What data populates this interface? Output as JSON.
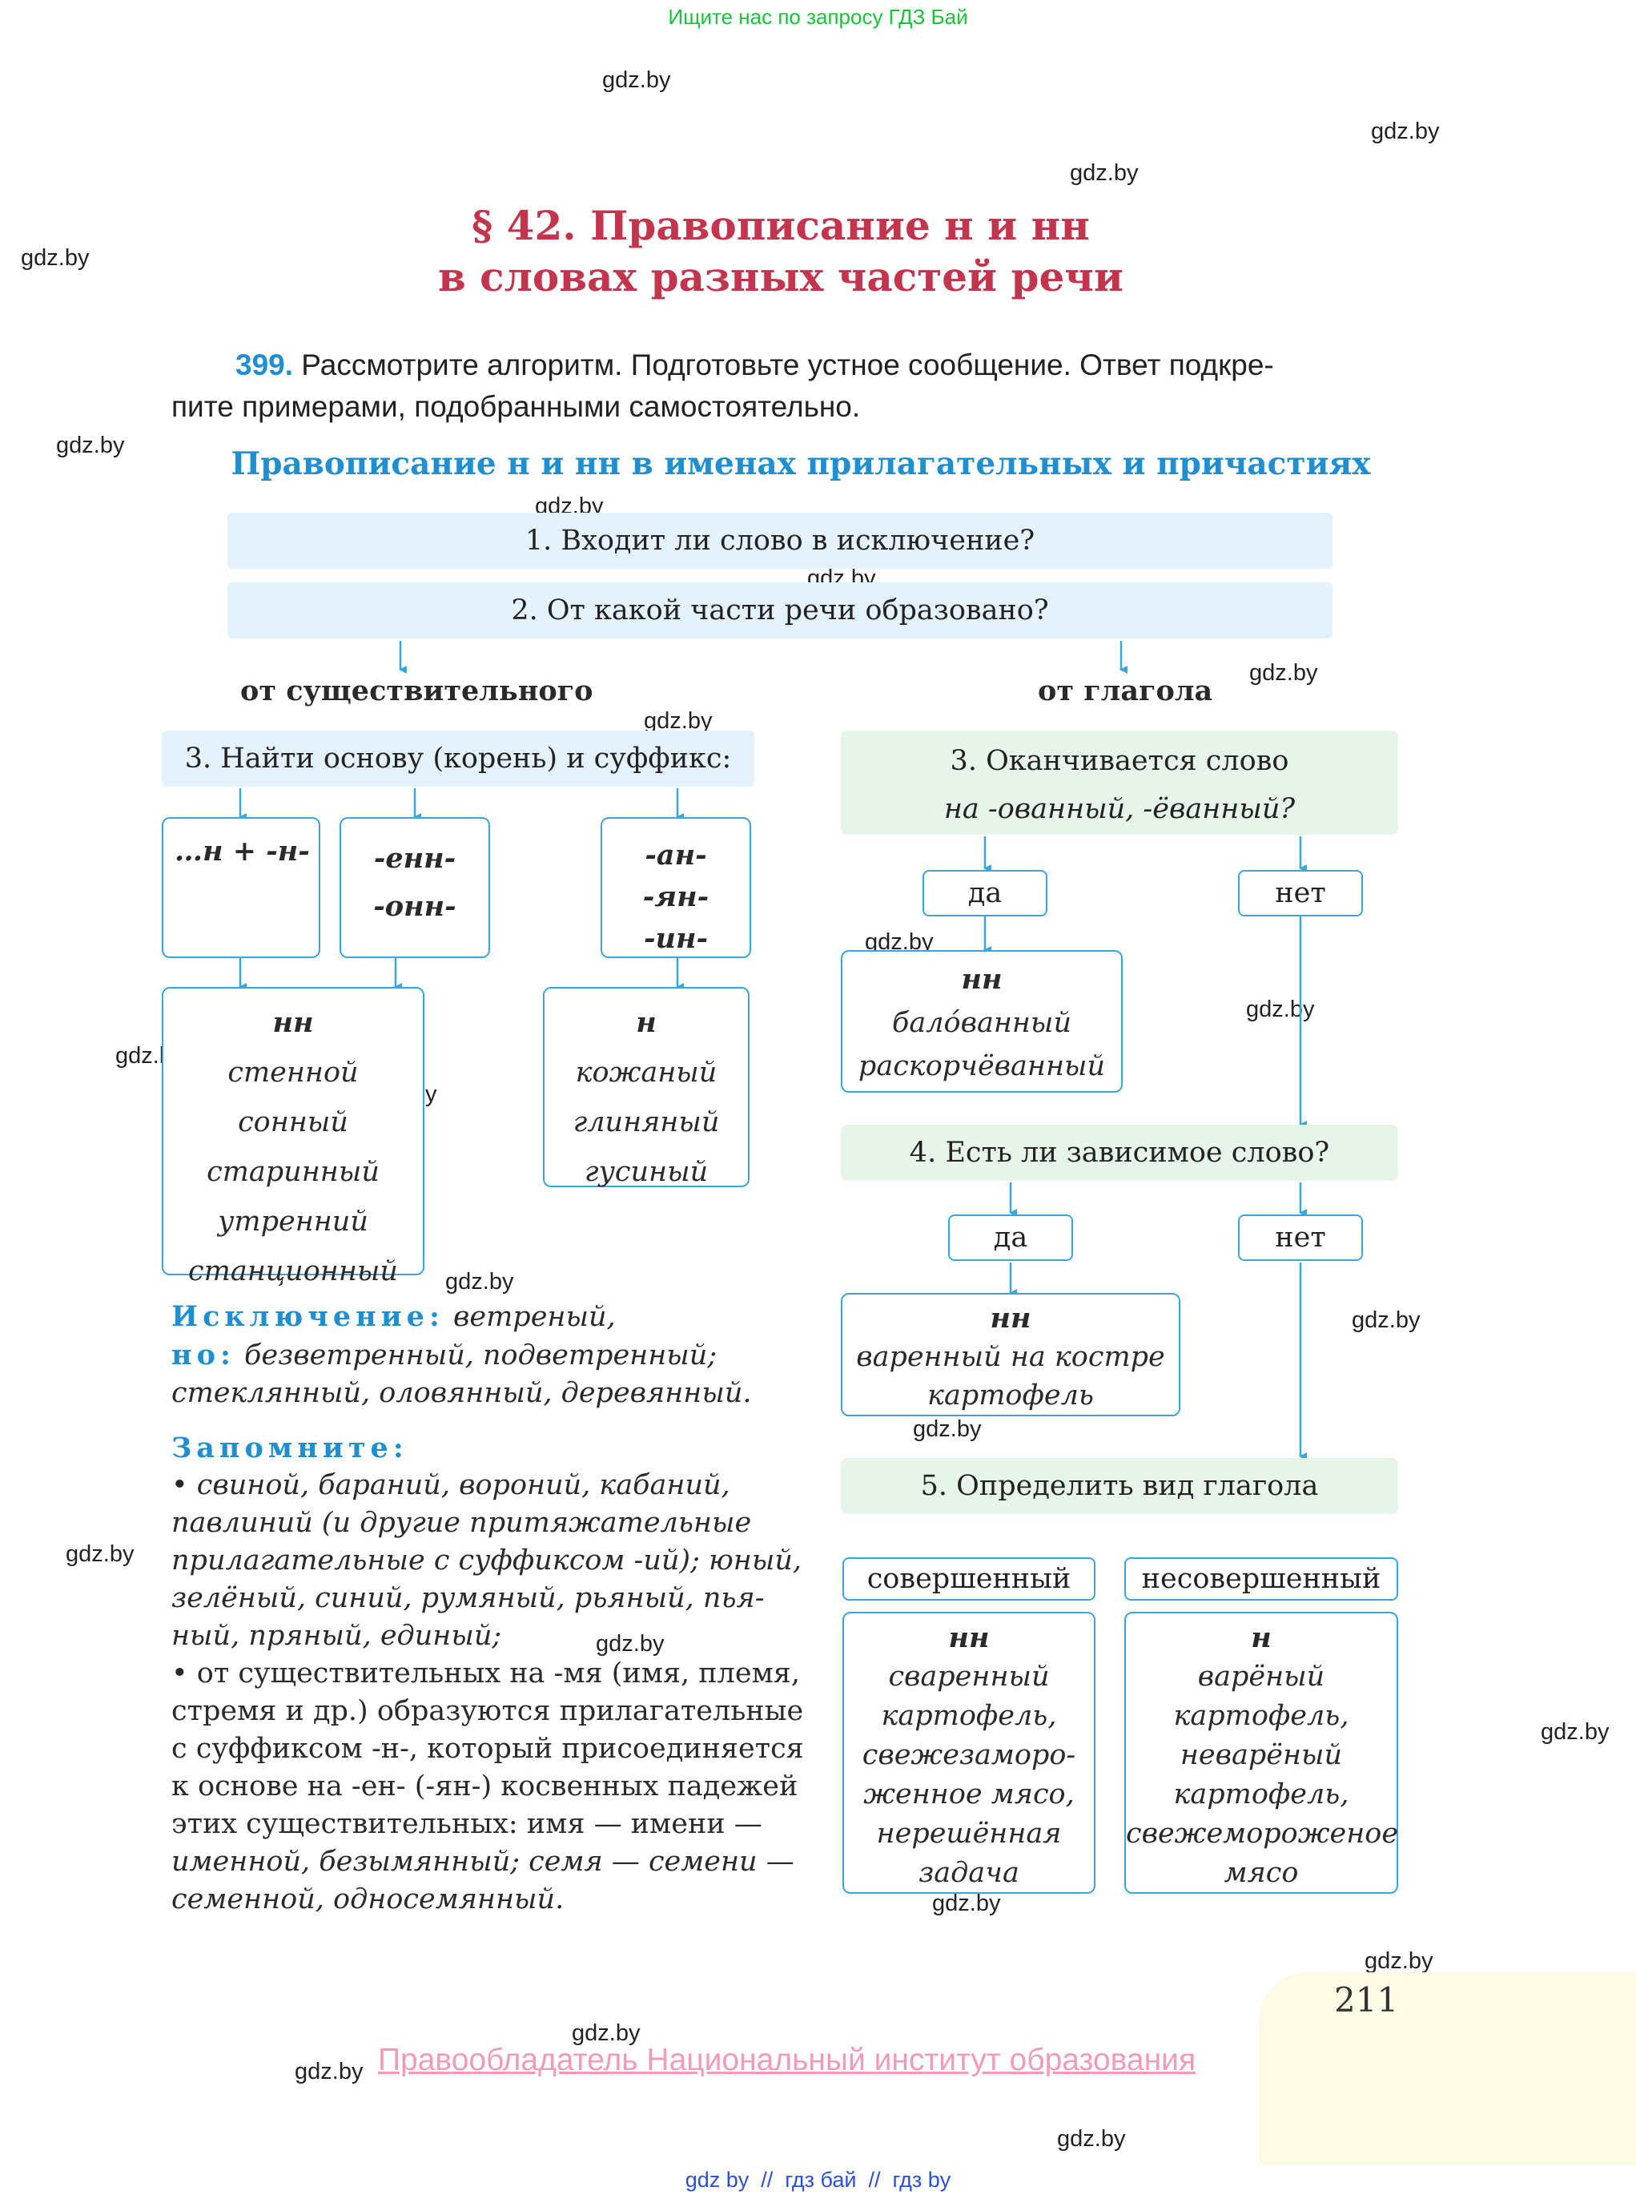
{
  "banner": "Ищите нас по запросу ГДЗ Бай",
  "watermark": "gdz.by",
  "title_line1": "§ 42. Правописание н и нн",
  "title_line2": "в словах разных частей речи",
  "task": {
    "number": "399.",
    "line1": "Рассмотрите алгоритм. Подготовьте устное сообщение. Ответ подкре-",
    "line2": "пите примерами, подобранными самостоятельно."
  },
  "algorithm_title": "Правописание н и нн в именах прилагательных и причастиях",
  "steps": {
    "step1": "1. Входит ли слово в исключение?",
    "step2": "2. От какой части речи образовано?",
    "branch_noun": "от существительного",
    "branch_verb": "от глагола",
    "step3_noun": "3. Найти основу (корень) и суффикс:",
    "step3_verb_line1": "3. Оканчивается слово",
    "step3_verb_line2": "на -ованный, -ёванный?",
    "step4": "4. Есть ли зависимое слово?",
    "step5": "5. Определить вид глагола"
  },
  "noun_suffixes": {
    "box1": "…н + -н-",
    "box2_a": "-енн-",
    "box2_b": "-онн-",
    "box3_a": "-ан-",
    "box3_b": "-ян-",
    "box3_c": "-ин-"
  },
  "noun_results": {
    "nn_header": "нн",
    "nn_words": [
      "стенной",
      "сонный",
      "старинный",
      "утренний",
      "станционный"
    ],
    "n_header": "н",
    "n_words": [
      "кожаный",
      "глиняный",
      "гусиный"
    ]
  },
  "verb_results": {
    "yes": "да",
    "no": "нет",
    "ovanny_header": "нн",
    "ovanny_words": [
      "бало́ванный",
      "раскорчёванный"
    ],
    "dependent_header": "нн",
    "dependent_line1": "варенный на костре",
    "dependent_line2": "картофель",
    "perfective": "совершенный",
    "imperfective": "несовершенный",
    "perf_header": "нн",
    "perf_lines": [
      "сваренный",
      "картофель,",
      "свежезаморо-",
      "женное мясо,",
      "нерешённая",
      "задача"
    ],
    "imperf_header": "н",
    "imperf_lines": [
      "варёный",
      "картофель,",
      "неварёный",
      "картофель,",
      "свежемороженое",
      "мясо"
    ]
  },
  "exception": {
    "label": "Исключение:",
    "line1": "ветреный,",
    "but": "но:",
    "line2": "безветренный, подветренный;",
    "line3": "стеклянный, оловянный, деревянный."
  },
  "remember": {
    "label": "Запомните:",
    "lines": [
      "• свиной, бараний, вороний, кабаний,",
      "павлиний (и другие притяжательные",
      "прилагательные с суффиксом -ий); юный,",
      "зелёный, синий, румяный, рьяный, пья-",
      "ный, пряный, единый;",
      "• от существительных на -мя (имя, племя,",
      "стремя и др.) образуются прилагательные",
      "с суффиксом -н-, который присоединяется",
      "к основе на -ен- (-ян-) косвенных падежей",
      "этих существительных: имя — имени —",
      "именной, безымянный; семя — семени —",
      "семенной, односемянный."
    ]
  },
  "page_number": "211",
  "copyright": "Правообладатель Национальный институт образования",
  "footer": "gdz by  //  гдз бай  //  гдз by",
  "colors": {
    "title": "#c2354d",
    "accent_blue": "#1f8fd1",
    "box_border": "#3aa7dc",
    "blue_bar": "#e3f2fc",
    "green_bar": "#e6f4ea",
    "banner_green": "#19c23a",
    "copyright_pink": "#f29bb9",
    "footer_blue": "#2d4fd6"
  }
}
